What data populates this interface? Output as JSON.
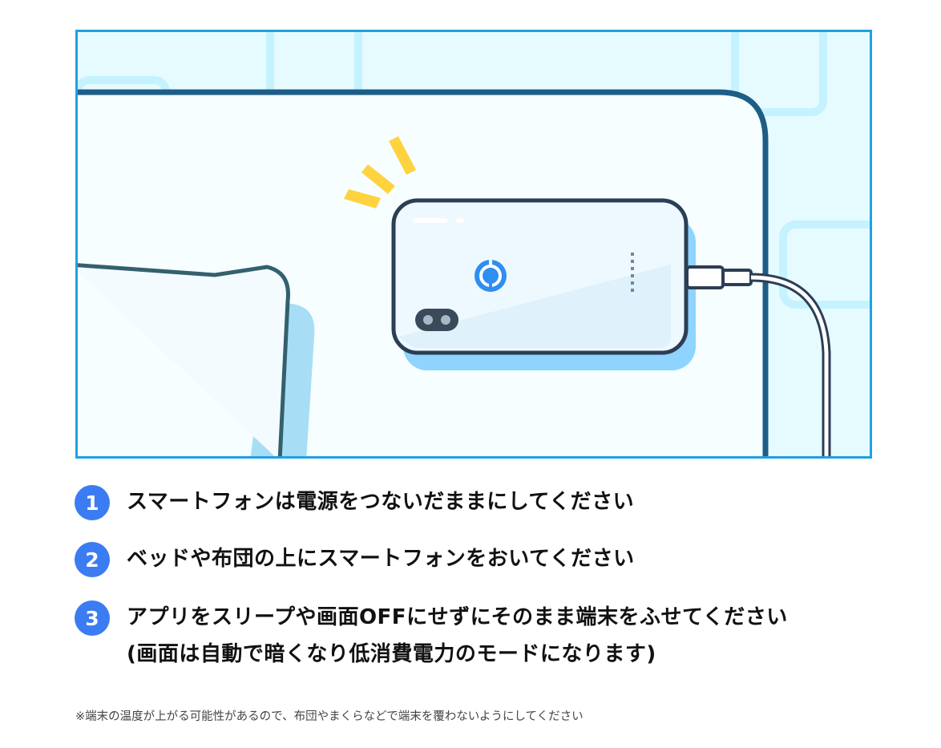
{
  "steps": [
    {
      "number": "1",
      "text": "スマートフォンは電源をつないだままにしてください"
    },
    {
      "number": "2",
      "text": "ベッドや布団の上にスマートフォンをおいてください"
    },
    {
      "number": "3",
      "text": "アプリをスリープや画面OFFにせずにそのまま端末をふせてください",
      "subtext": "(画面は自動で暗くなり低消費電力のモードになります)"
    }
  ],
  "note": "※端末の温度が上がる可能性があるので、布団やまくらなどで端末を覆わないようにしてください",
  "colors": {
    "accent": "#3b7cf2",
    "frame": "#1ea1e3"
  }
}
